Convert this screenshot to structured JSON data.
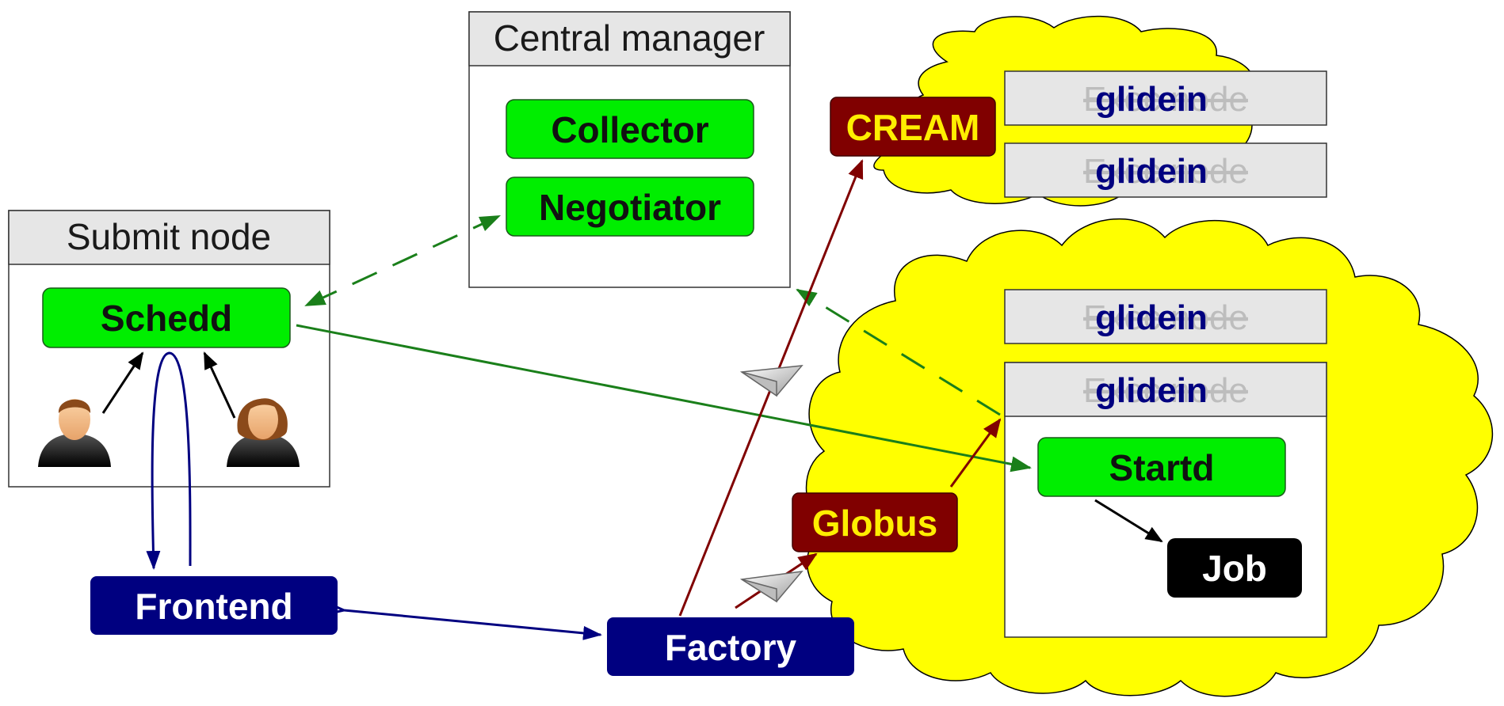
{
  "submit_node": {
    "title": "Submit node",
    "schedd": "Schedd"
  },
  "central_manager": {
    "title": "Central manager",
    "collector": "Collector",
    "negotiator": "Negotiator"
  },
  "frontend": "Frontend",
  "factory": "Factory",
  "cream": "CREAM",
  "globus": "Globus",
  "worker_slots": [
    {
      "exec_label": "Exec node",
      "glidein_label": "glidein"
    },
    {
      "exec_label": "Exec node",
      "glidein_label": "glidein"
    },
    {
      "exec_label": "Exec node",
      "glidein_label": "glidein"
    },
    {
      "exec_label": "Exec node",
      "glidein_label": "glidein"
    }
  ],
  "startd": "Startd",
  "job": "Job",
  "colors": {
    "daemon_green": "#00ee00",
    "navy": "#000080",
    "dark_red": "#800000",
    "cloud_yellow": "#ffff00",
    "arrow_green": "#1a7f1a",
    "header_gray": "#e6e6e6"
  },
  "icons": [
    "user-male-icon",
    "user-female-icon",
    "glidein-paper-plane-icon"
  ]
}
